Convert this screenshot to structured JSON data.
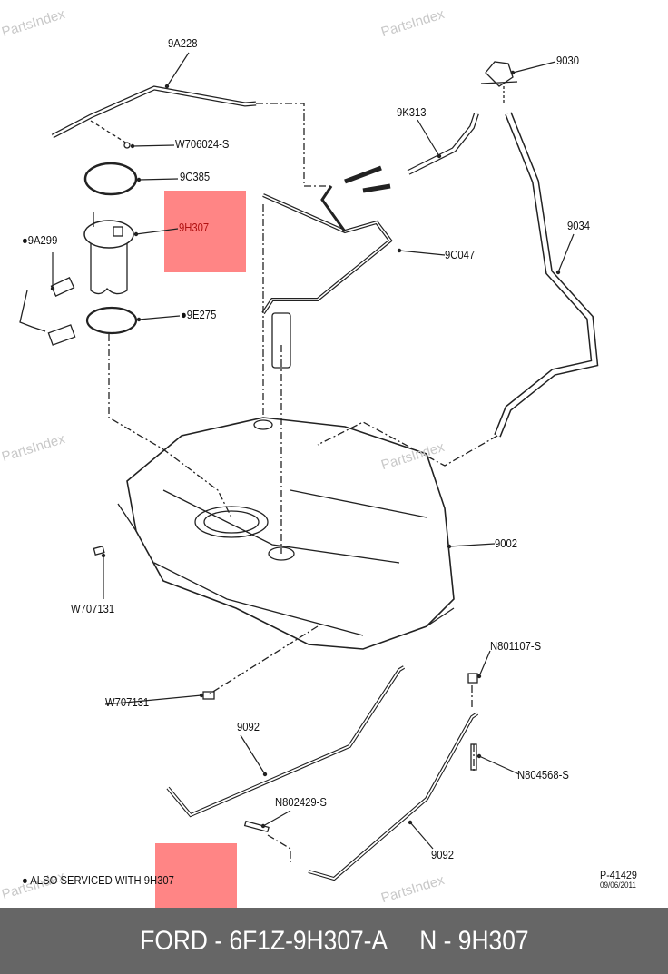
{
  "diagram": {
    "highlight_color": "#ff8585",
    "watermark": "PartsIndex",
    "labels": {
      "fuel_line_top": "9A228",
      "screw": "W706024-S",
      "lock_ring": "9C385",
      "fuel_pump": "9H307",
      "sender": "●9A299",
      "seal": "●9E275",
      "filler_cap": "9030",
      "vapor_hose": "9K313",
      "filler_pipe": "9034",
      "vapor_tube": "9C047",
      "fuel_tank": "9002",
      "pad_upper": "W707131",
      "nut": "N801107-S",
      "pad_lower": "W707131",
      "strap_left": "9092",
      "bolt": "N804568-S",
      "pin": "N802429-S",
      "strap_right": "9092"
    },
    "note": "● ALSO SERVICED WITH 9H307",
    "ref_number": "P-41429",
    "ref_date": "09/06/2011"
  },
  "footer": {
    "text": "FORD - 6F1Z-9H307-A     N - 9H307"
  }
}
